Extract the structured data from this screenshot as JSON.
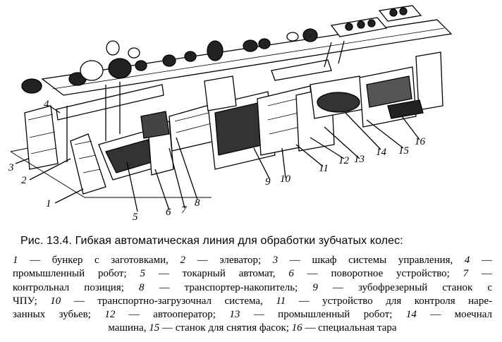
{
  "figure": {
    "callouts": [
      "1",
      "2",
      "3",
      "4",
      "5",
      "6",
      "7",
      "8",
      "9",
      "10",
      "11",
      "12",
      "13",
      "14",
      "15",
      "16"
    ]
  },
  "caption": {
    "title": "Рис. 13.4. Гибкая автоматическая линия для обработки зубчатых колес:"
  },
  "legend": {
    "lines": [
      [
        {
          "n": "1",
          "t": " — бункер с заготовками, "
        },
        {
          "n": "2",
          "t": " — элеватор; "
        },
        {
          "n": "3",
          "t": " — шкаф системы управления, "
        },
        {
          "n": "4",
          "t": " —"
        }
      ],
      [
        {
          "n": "",
          "t": "промышленный робот; "
        },
        {
          "n": "5",
          "t": " — токарный автомат, "
        },
        {
          "n": "6",
          "t": " — поворотное устройство; "
        },
        {
          "n": "7",
          "t": " —"
        }
      ],
      [
        {
          "n": "",
          "t": "контрольнал позиция; "
        },
        {
          "n": "8",
          "t": " — транспортер-накопитель; "
        },
        {
          "n": "9",
          "t": " — зубофрезерный станок с"
        }
      ],
      [
        {
          "n": "",
          "t": "ЧПУ; "
        },
        {
          "n": "10",
          "t": " — транспортно-загрузочнал система, "
        },
        {
          "n": "11",
          "t": " — устройство для контроля наре-"
        }
      ],
      [
        {
          "n": "",
          "t": "занных зубьев; "
        },
        {
          "n": "12",
          "t": " — автооператор; "
        },
        {
          "n": "13",
          "t": " — промышленный робот; "
        },
        {
          "n": "14",
          "t": " — моечнал"
        }
      ],
      [
        {
          "n": "",
          "t": "машина, "
        },
        {
          "n": "15",
          "t": " — станок для снятия фасок; "
        },
        {
          "n": "16",
          "t": " — специальная тара"
        }
      ]
    ]
  }
}
